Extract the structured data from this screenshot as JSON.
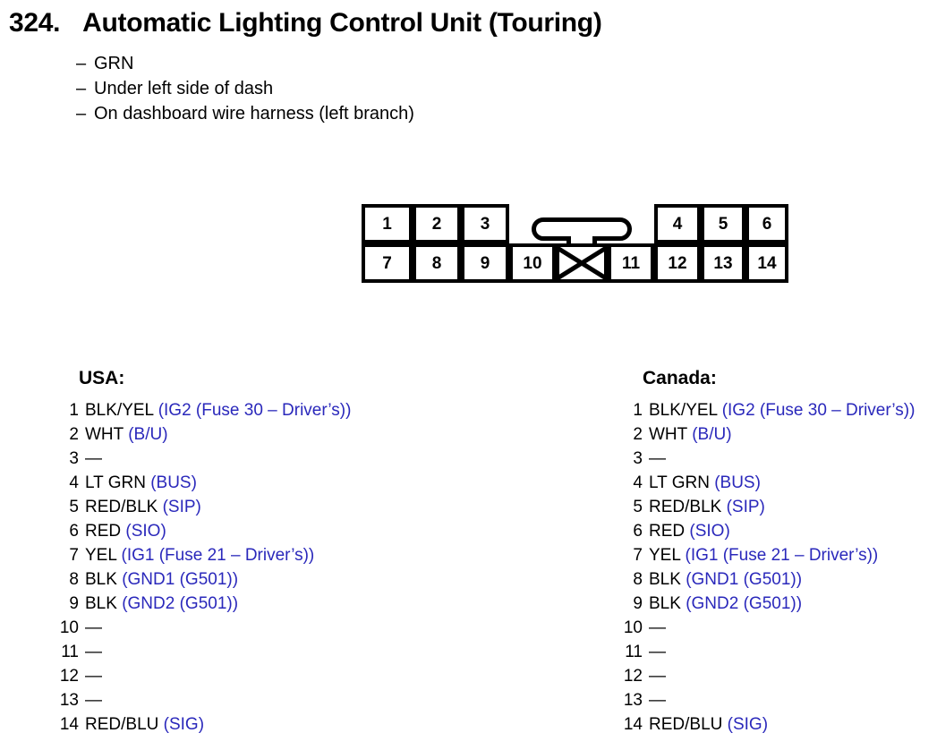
{
  "header": {
    "number": "324.",
    "title": "Automatic Lighting Control Unit (Touring)",
    "bullets": [
      "GRN",
      "Under left side of dash",
      "On dashboard wire harness (left branch)"
    ],
    "bullet_dash": "–"
  },
  "connector": {
    "top_row": [
      "1",
      "2",
      "3",
      "4",
      "5",
      "6"
    ],
    "bottom_row": [
      "7",
      "8",
      "9",
      "10",
      "11",
      "12",
      "13",
      "14"
    ],
    "blocked_cavity_label": "X",
    "latch_label": "latch-tab"
  },
  "columns": [
    {
      "heading": "USA:",
      "pins": [
        {
          "num": "1",
          "wire": "BLK/YEL",
          "signal": "(IG2 (Fuse 30 – Driver’s))"
        },
        {
          "num": "2",
          "wire": "WHT",
          "signal": "(B/U)"
        },
        {
          "num": "3",
          "wire": "—",
          "signal": ""
        },
        {
          "num": "4",
          "wire": "LT GRN",
          "signal": "(BUS)"
        },
        {
          "num": "5",
          "wire": "RED/BLK",
          "signal": "(SIP)"
        },
        {
          "num": "6",
          "wire": "RED",
          "signal": "(SIO)"
        },
        {
          "num": "7",
          "wire": "YEL",
          "signal": "(IG1 (Fuse 21 – Driver’s))"
        },
        {
          "num": "8",
          "wire": "BLK",
          "signal": "(GND1 (G501))"
        },
        {
          "num": "9",
          "wire": "BLK",
          "signal": "(GND2 (G501))"
        },
        {
          "num": "10",
          "wire": "—",
          "signal": ""
        },
        {
          "num": "11",
          "wire": "—",
          "signal": ""
        },
        {
          "num": "12",
          "wire": "—",
          "signal": ""
        },
        {
          "num": "13",
          "wire": "—",
          "signal": ""
        },
        {
          "num": "14",
          "wire": "RED/BLU",
          "signal": "(SIG)"
        }
      ]
    },
    {
      "heading": "Canada:",
      "pins": [
        {
          "num": "1",
          "wire": "BLK/YEL",
          "signal": "(IG2 (Fuse 30 – Driver’s))"
        },
        {
          "num": "2",
          "wire": "WHT",
          "signal": "(B/U)"
        },
        {
          "num": "3",
          "wire": "—",
          "signal": ""
        },
        {
          "num": "4",
          "wire": "LT GRN",
          "signal": "(BUS)"
        },
        {
          "num": "5",
          "wire": "RED/BLK",
          "signal": "(SIP)"
        },
        {
          "num": "6",
          "wire": "RED",
          "signal": "(SIO)"
        },
        {
          "num": "7",
          "wire": "YEL",
          "signal": "(IG1 (Fuse 21 – Driver’s))"
        },
        {
          "num": "8",
          "wire": "BLK",
          "signal": "(GND1 (G501))"
        },
        {
          "num": "9",
          "wire": "BLK",
          "signal": "(GND2 (G501))"
        },
        {
          "num": "10",
          "wire": "—",
          "signal": ""
        },
        {
          "num": "11",
          "wire": "—",
          "signal": ""
        },
        {
          "num": "12",
          "wire": "—",
          "signal": ""
        },
        {
          "num": "13",
          "wire": "—",
          "signal": ""
        },
        {
          "num": "14",
          "wire": "RED/BLU",
          "signal": "(SIG)"
        }
      ]
    }
  ],
  "colors": {
    "signal_blue": "#2a28bb",
    "text_black": "#000000",
    "background": "#ffffff"
  }
}
